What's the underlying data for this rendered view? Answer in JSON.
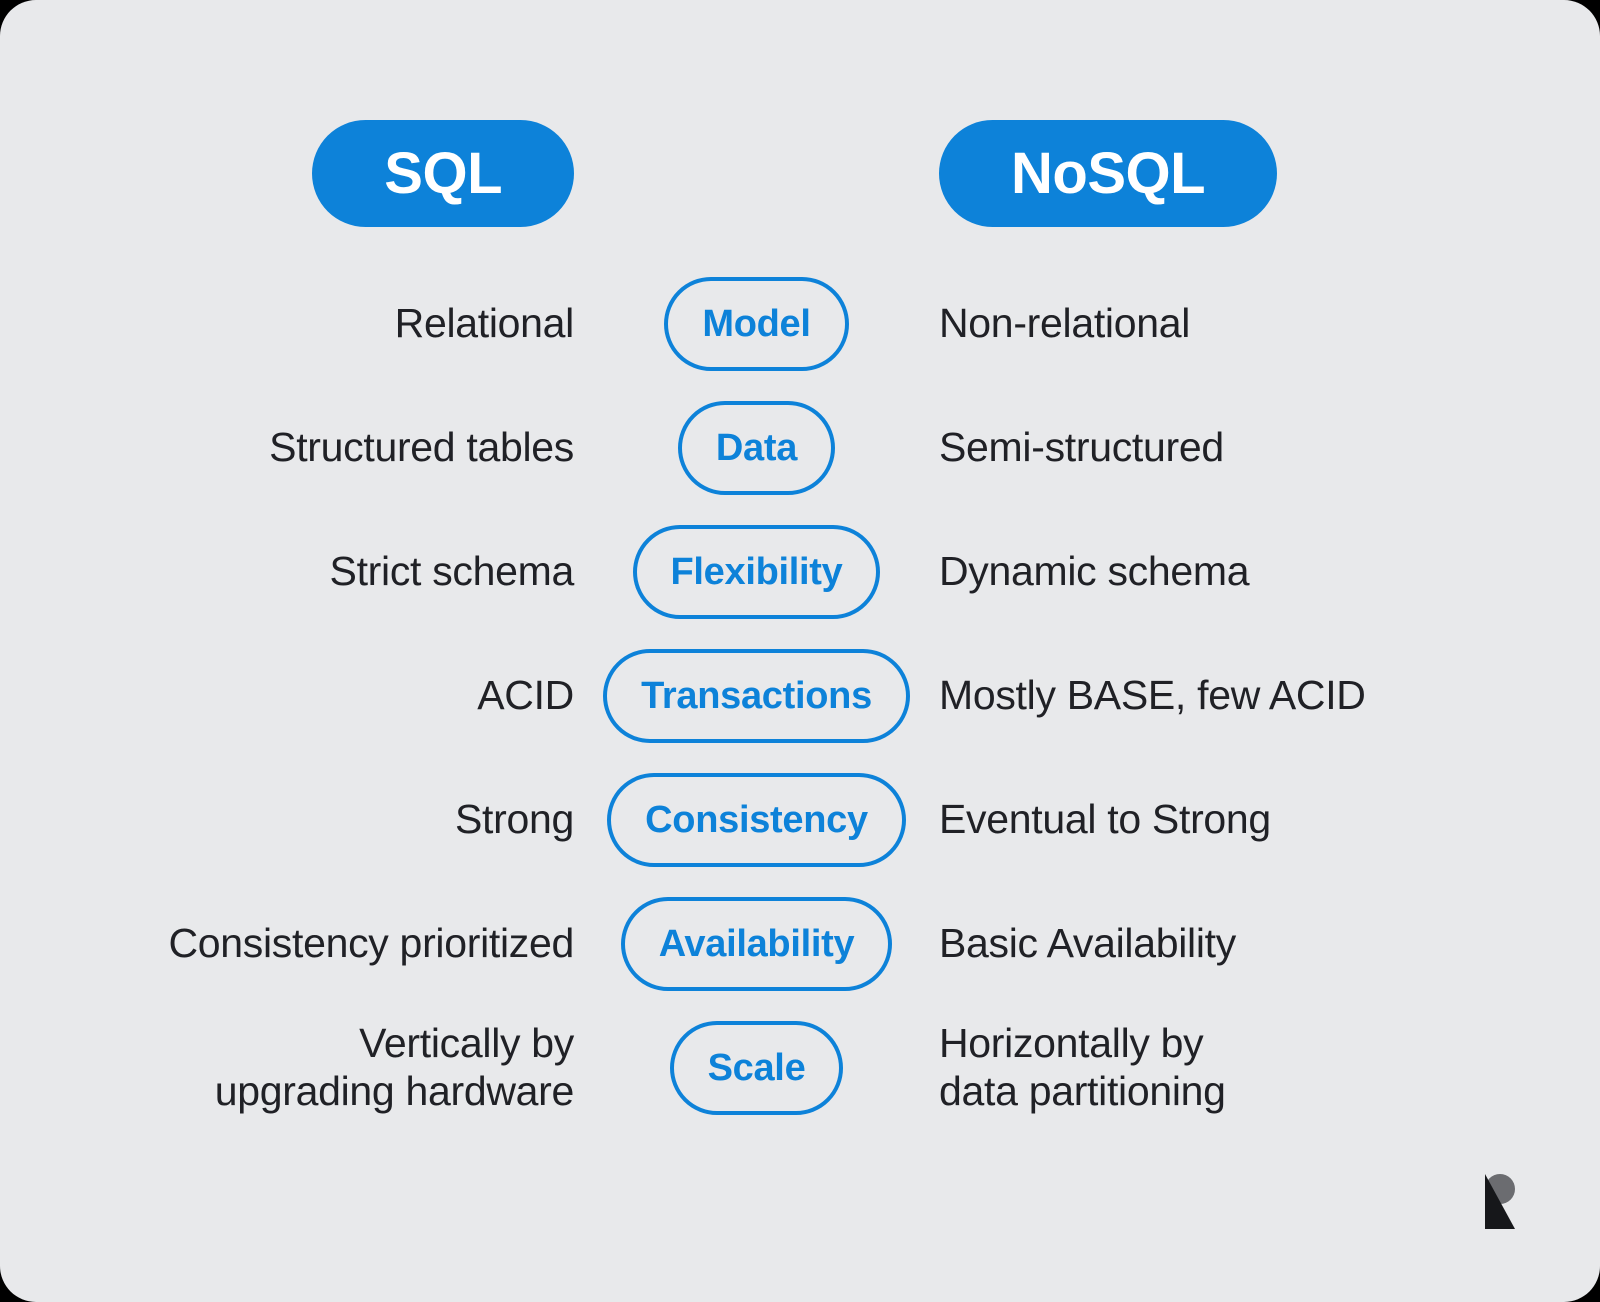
{
  "headers": {
    "sql": "SQL",
    "nosql": "NoSQL"
  },
  "rows": [
    {
      "sql": "Relational",
      "attribute": "Model",
      "nosql": "Non-relational"
    },
    {
      "sql": "Structured tables",
      "attribute": "Data",
      "nosql": "Semi-structured"
    },
    {
      "sql": "Strict schema",
      "attribute": "Flexibility",
      "nosql": "Dynamic schema"
    },
    {
      "sql": "ACID",
      "attribute": "Transactions",
      "nosql": "Mostly BASE, few ACID"
    },
    {
      "sql": "Strong",
      "attribute": "Consistency",
      "nosql": "Eventual to Strong"
    },
    {
      "sql": "Consistency prioritized",
      "attribute": "Availability",
      "nosql": "Basic Availability"
    },
    {
      "sql": "Vertically by\nupgrading hardware",
      "attribute": "Scale",
      "nosql": "Horizontally by\ndata partitioning"
    }
  ],
  "logo": {
    "name": "r-logo"
  },
  "colors": {
    "accent_blue": "#0d82d9",
    "card_background": "#e8e9eb",
    "page_background": "#000000",
    "header_text": "#ffffff",
    "body_text": "#202126",
    "logo_gray": "#6b6c70",
    "logo_black": "#16171a"
  }
}
